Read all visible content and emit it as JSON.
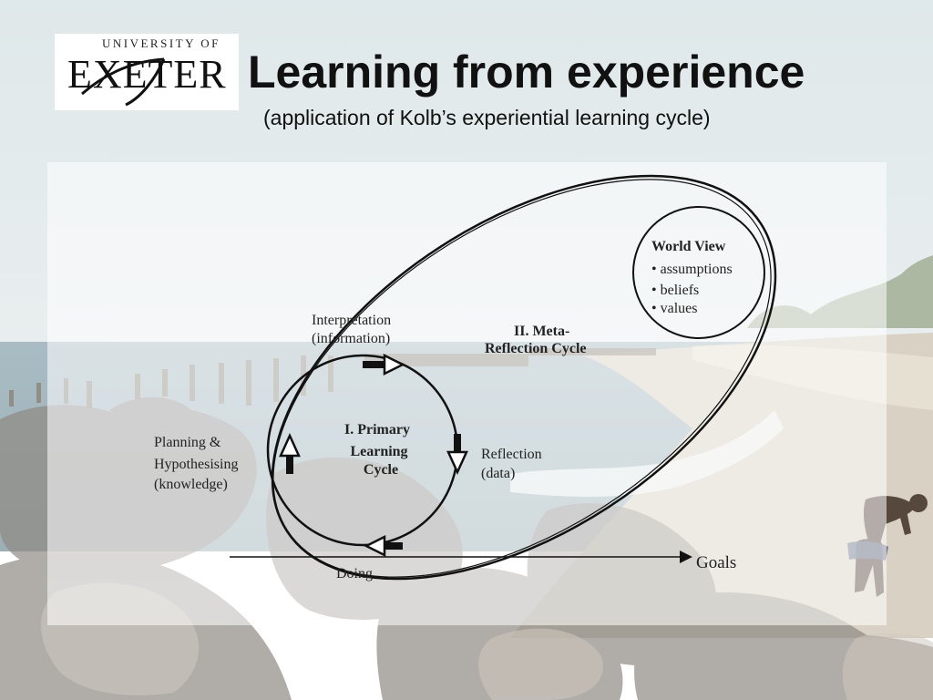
{
  "logo": {
    "university_of": "UNIVERSITY OF",
    "exeter": "EXETER"
  },
  "header": {
    "title": "Learning from experience",
    "subtitle": "(application of Kolb’s experiential learning cycle)"
  },
  "diagram": {
    "interpretation": [
      "Interpretation",
      "(information)"
    ],
    "meta_cycle": [
      "II. Meta-",
      "Reflection Cycle"
    ],
    "world_view": {
      "heading": "World View",
      "items": [
        "• assumptions",
        "• beliefs",
        "• values"
      ]
    },
    "planning": [
      "Planning &",
      "Hypothesising",
      "(knowledge)"
    ],
    "primary_cycle": [
      "I. Primary",
      "Learning",
      "Cycle"
    ],
    "reflection": [
      "Reflection",
      "(data)"
    ],
    "doing": "Doing",
    "goals": "Goals"
  }
}
